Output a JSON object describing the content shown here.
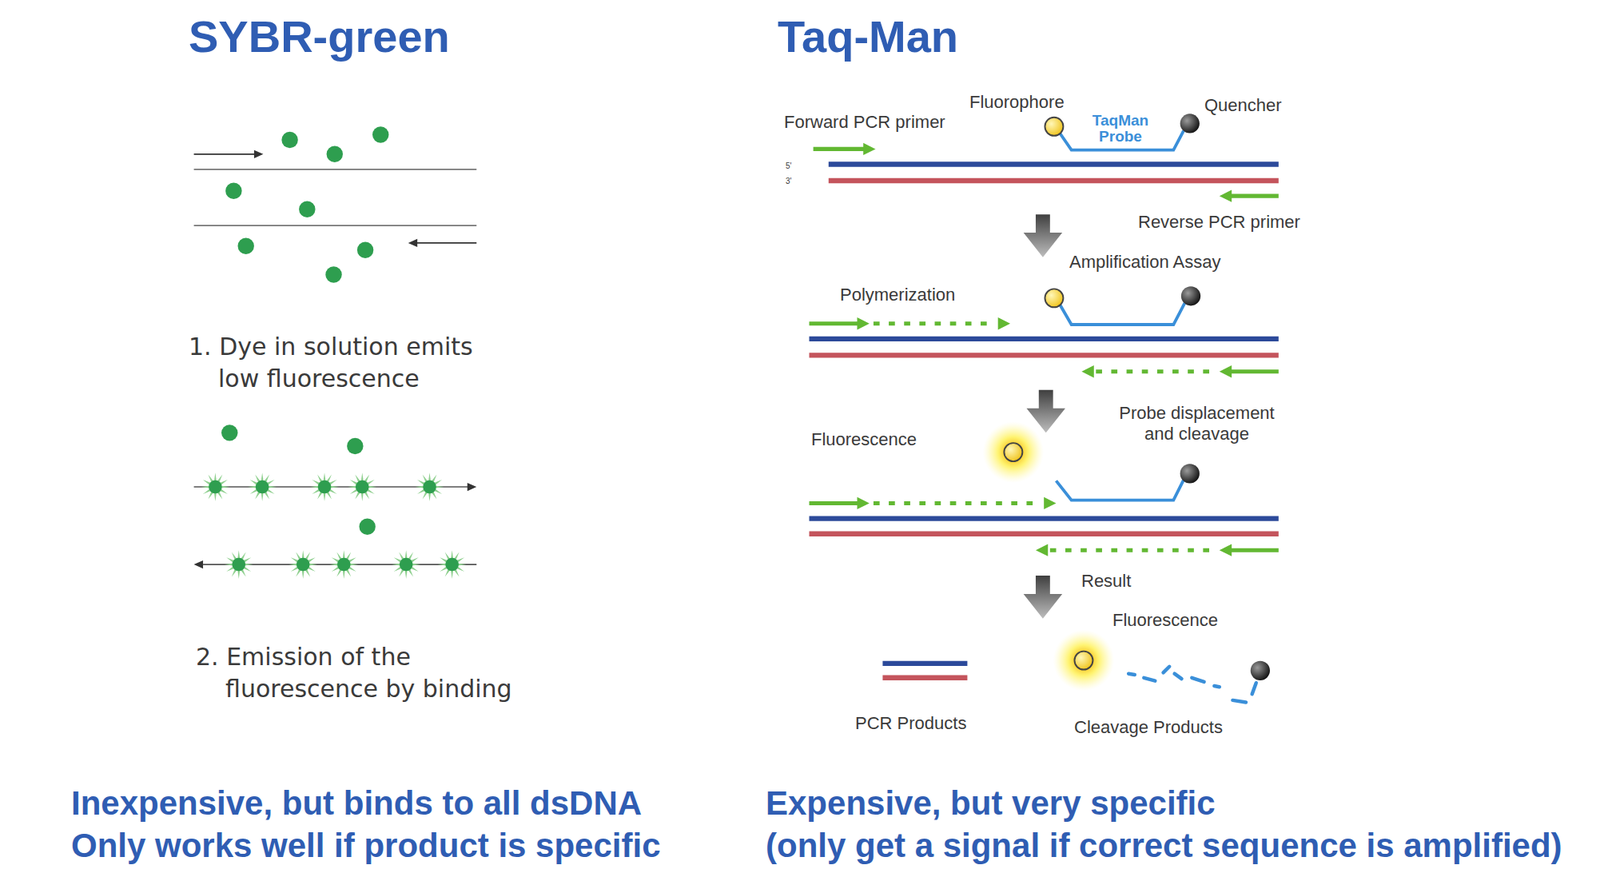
{
  "diagram": {
    "labels": [
      "SYBR-green",
      "1. Dye in solution emits low fluorescence",
      "2. Emission of the fluorescence by binding",
      "Inexpensive, but binds to all dsDNA",
      "Only works well if product is specific",
      "Taq-Man",
      "Forward PCR primer",
      "Fluorophore",
      "TaqMan Probe",
      "Quencher",
      "5'",
      "3'",
      "Reverse PCR primer",
      "Amplification Assay",
      "Polymerization",
      "Fluorescence",
      "Probe displacement and cleavage",
      "Result",
      "Fluorescence",
      "PCR Products",
      "Cleavage Products",
      "Expensive, but very specific",
      "(only get a signal if correct sequence is amplified)"
    ]
  }
}
